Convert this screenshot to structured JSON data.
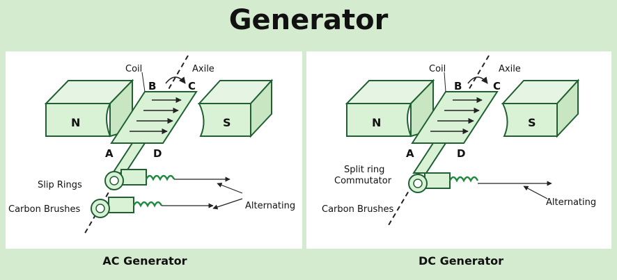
{
  "title": "Generator",
  "colors": {
    "background": "#d4ebcf",
    "fill": "#d9f2d5",
    "stroke": "#1f5f32",
    "coil": "#1f8a3f",
    "text": "#111111"
  },
  "ac": {
    "caption": "AC Generator",
    "labels": {
      "coil": "Coil",
      "axile": "Axile",
      "north": "N",
      "south": "S",
      "a": "A",
      "b": "B",
      "c": "C",
      "d": "D",
      "slip_rings": "Slip Rings",
      "carbon_brushes": "Carbon Brushes",
      "alternating": "Alternating"
    }
  },
  "dc": {
    "caption": "DC Generator",
    "labels": {
      "coil": "Coil",
      "axile": "Axile",
      "north": "N",
      "south": "S",
      "a": "A",
      "b": "B",
      "c": "C",
      "d": "D",
      "split_ring_1": "Split ring",
      "split_ring_2": "Commutator",
      "carbon_brushes": "Carbon Brushes",
      "alternating": "Alternating"
    }
  }
}
